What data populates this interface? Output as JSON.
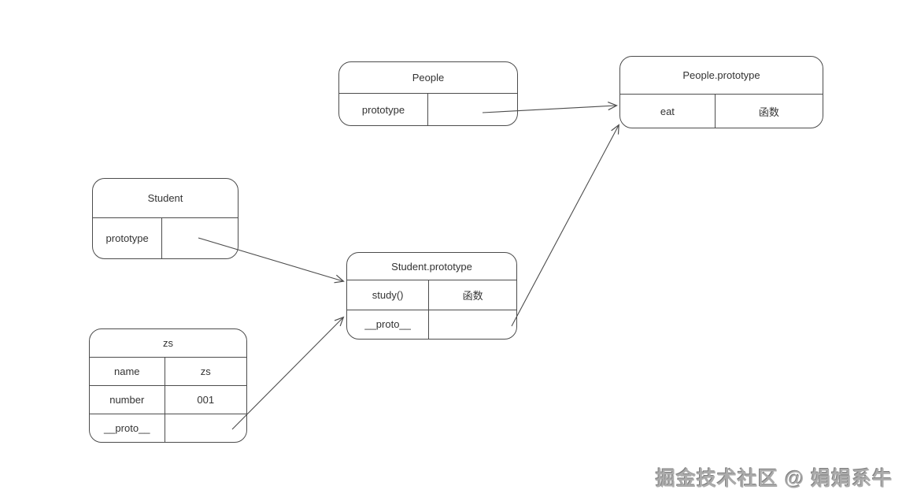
{
  "watermark": "掘金技术社区 @ 娟娟系牛",
  "nodes": {
    "people": {
      "title": "People",
      "rows": [
        {
          "key": "prototype",
          "value": ""
        }
      ]
    },
    "people_prototype": {
      "title": "People.prototype",
      "rows": [
        {
          "key": "eat",
          "value": "函数"
        }
      ]
    },
    "student": {
      "title": "Student",
      "rows": [
        {
          "key": "prototype",
          "value": ""
        }
      ]
    },
    "student_prototype": {
      "title": "Student.prototype",
      "rows": [
        {
          "key": "study()",
          "value": "函数"
        },
        {
          "key": "__proto__",
          "value": ""
        }
      ]
    },
    "zs": {
      "title": "zs",
      "rows": [
        {
          "key": "name",
          "value": "zs"
        },
        {
          "key": "number",
          "value": "001"
        },
        {
          "key": "__proto__",
          "value": ""
        }
      ]
    }
  },
  "edges": [
    {
      "from": "People.prototype (cell)",
      "to": "People.prototype"
    },
    {
      "from": "Student.prototype (cell)",
      "to": "Student.prototype"
    },
    {
      "from": "zs.__proto__",
      "to": "Student.prototype"
    },
    {
      "from": "Student.prototype.__proto__",
      "to": "People.prototype"
    }
  ],
  "colors": {
    "line": "#4c4c4c",
    "text": "#333333",
    "background": "#ffffff",
    "watermark": "#ababab"
  }
}
